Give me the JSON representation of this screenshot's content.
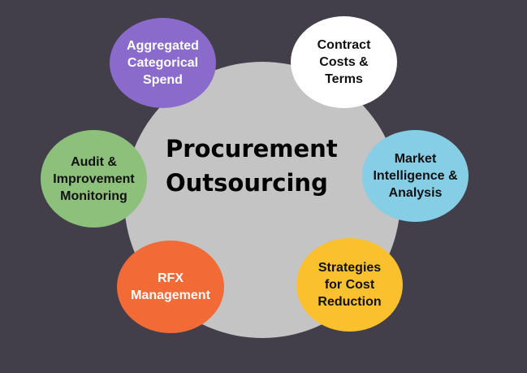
{
  "diagram": {
    "center": {
      "line1": "Procurement",
      "line2": "Outsourcing"
    },
    "nodes": [
      {
        "id": "spend",
        "label": "Aggregated\nCategorical\nSpend",
        "color": "#8a6bcc"
      },
      {
        "id": "contract",
        "label": "Contract\nCosts &\nTerms",
        "color": "#ffffff"
      },
      {
        "id": "market",
        "label": "Market\nIntelligence &\nAnalysis",
        "color": "#86cde6"
      },
      {
        "id": "strategies",
        "label": "Strategies\nfor Cost\nReduction",
        "color": "#fbc02d"
      },
      {
        "id": "rfx",
        "label": "RFX\nManagement",
        "color": "#f26a36"
      },
      {
        "id": "audit",
        "label": "Audit &\nImprovement\nMonitoring",
        "color": "#8dc07a"
      }
    ],
    "background_color": "#423f4a",
    "center_color": "#c4c4c4"
  }
}
